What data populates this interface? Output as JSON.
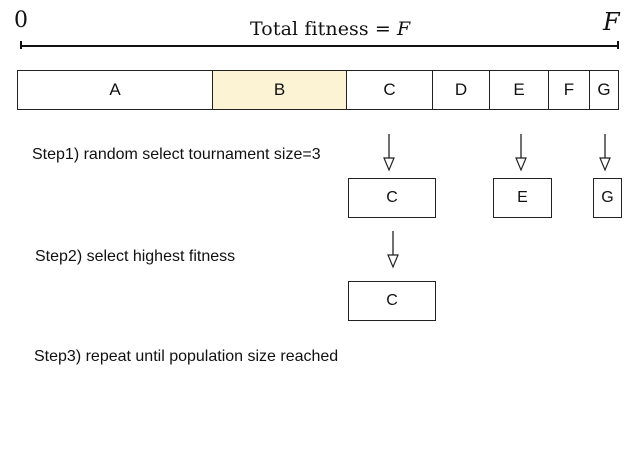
{
  "scale": {
    "start_label": "0",
    "end_label": "F",
    "total_label": "Total fitness = ",
    "total_var": "F"
  },
  "segments": [
    {
      "label": "A",
      "fill": "#ffffff"
    },
    {
      "label": "B",
      "fill": "#fcf3d5"
    },
    {
      "label": "C",
      "fill": "#ffffff"
    },
    {
      "label": "D",
      "fill": "#ffffff"
    },
    {
      "label": "E",
      "fill": "#ffffff"
    },
    {
      "label": "F",
      "fill": "#ffffff"
    },
    {
      "label": "G",
      "fill": "#ffffff"
    }
  ],
  "steps": {
    "step1": "Step1) random select tournament size=3",
    "step2": "Step2) select highest fitness",
    "step3": "Step3) repeat until population size reached"
  },
  "tournament": [
    "C",
    "E",
    "G"
  ],
  "winner": "C"
}
